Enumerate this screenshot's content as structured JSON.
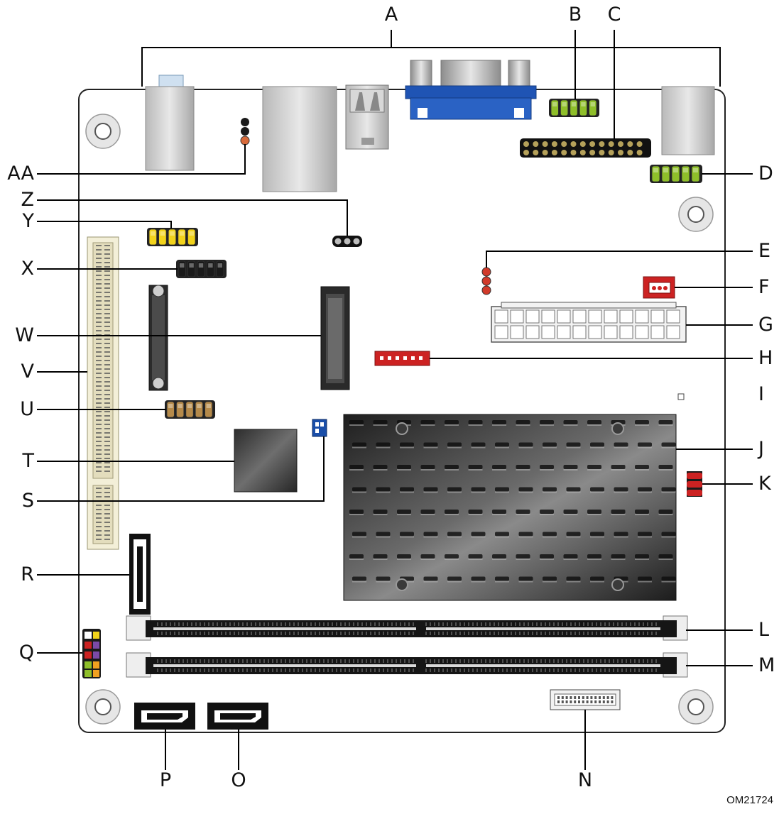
{
  "figure_id": "OM21724",
  "colors": {
    "board_outline": "#222222",
    "leader_line": "#000000",
    "vga_blue": "#1f54b4",
    "header_green": "#8fbf2a",
    "header_yellow": "#f2d31b",
    "header_black": "#1a1a1a",
    "header_tan": "#b58a4a",
    "header_red": "#cc2222",
    "heatsink_dark": "#2a2a2a",
    "dimm_black": "#151515",
    "sata_black": "#111111",
    "jumper_blue": "#1a4ea8"
  },
  "labels": {
    "A": "A",
    "B": "B",
    "C": "C",
    "D": "D",
    "E": "E",
    "F": "F",
    "G": "G",
    "H": "H",
    "I": "I",
    "J": "J",
    "K": "K",
    "L": "L",
    "M": "M",
    "N": "N",
    "O": "O",
    "P": "P",
    "Q": "Q",
    "R": "R",
    "S": "S",
    "T": "T",
    "U": "U",
    "V": "V",
    "W": "W",
    "X": "X",
    "Y": "Y",
    "Z": "Z",
    "AA": "AA"
  }
}
